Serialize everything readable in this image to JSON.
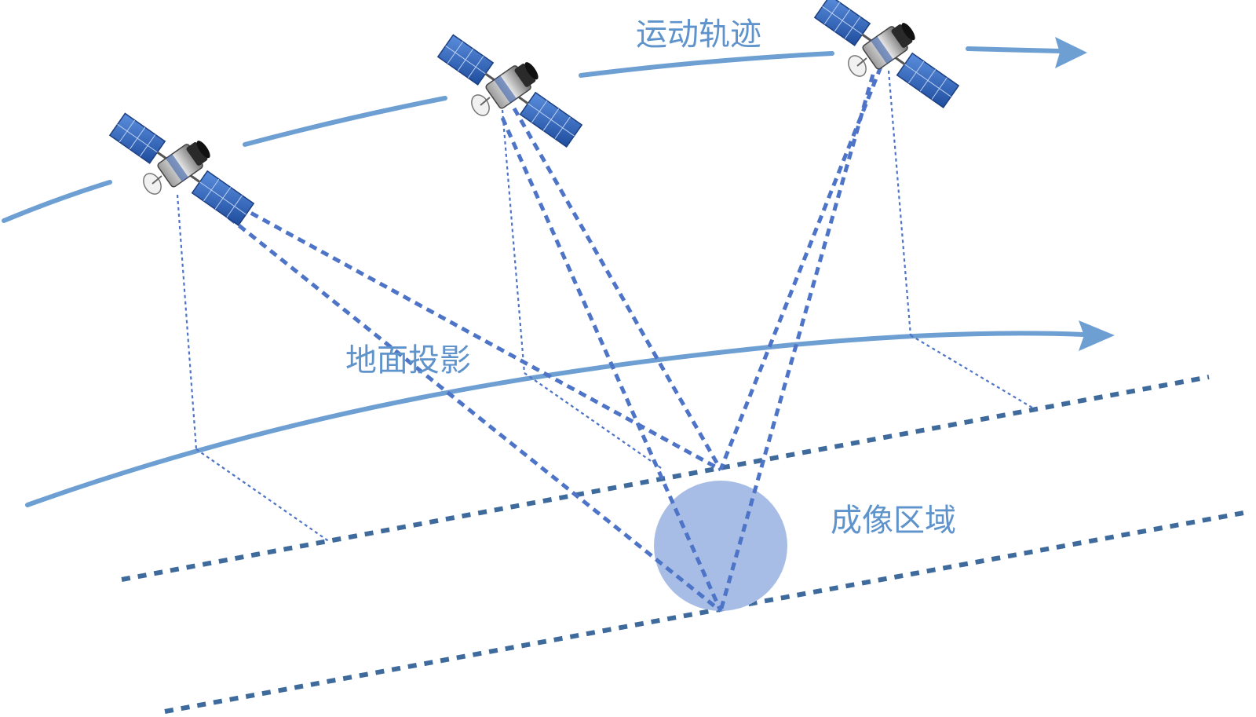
{
  "labels": {
    "trajectory": "运动轨迹",
    "ground_projection": "地面投影",
    "imaging_area": "成像区域"
  },
  "colors": {
    "orbit": "#6e9fd2",
    "beam": "#4d74c7",
    "drop_line": "#4d74c7",
    "ground_line": "#3f6a9c",
    "imaging_area": "#a8bde6",
    "label_text": "#5f93cc",
    "panel": "#2d5fb4",
    "bus": "#2a2a2a"
  },
  "icons": {
    "satellite": "satellite-icon",
    "arrow": "arrow-head-icon"
  }
}
